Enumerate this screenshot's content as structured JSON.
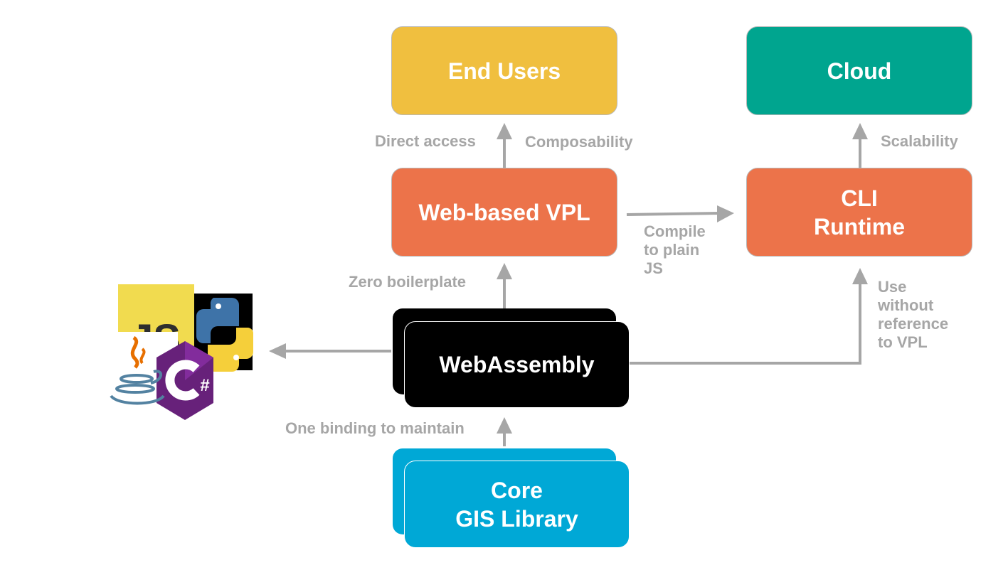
{
  "nodes": {
    "end_users": "End Users",
    "cloud": "Cloud",
    "web_vpl": "Web-based VPL",
    "cli_runtime": "CLI\nRuntime",
    "webassembly": "WebAssembly",
    "core_gis": "Core\nGIS Library"
  },
  "edges": {
    "direct_access": "Direct access",
    "composability": "Composability",
    "scalability": "Scalability",
    "compile_plain_js": "Compile\nto plain\nJS",
    "zero_boilerplate": "Zero boilerplate",
    "use_without_ref": "Use\nwithout\nreference\nto VPL",
    "one_binding": "One binding to maintain"
  },
  "logos": [
    "js-logo",
    "python-logo",
    "java-logo",
    "csharp-logo"
  ],
  "colors": {
    "yellow": "#f0bf3f",
    "teal": "#00a58f",
    "orange": "#ec734a",
    "black": "#000000",
    "blue": "#00a8d6",
    "arrow": "#a6a6a6"
  }
}
